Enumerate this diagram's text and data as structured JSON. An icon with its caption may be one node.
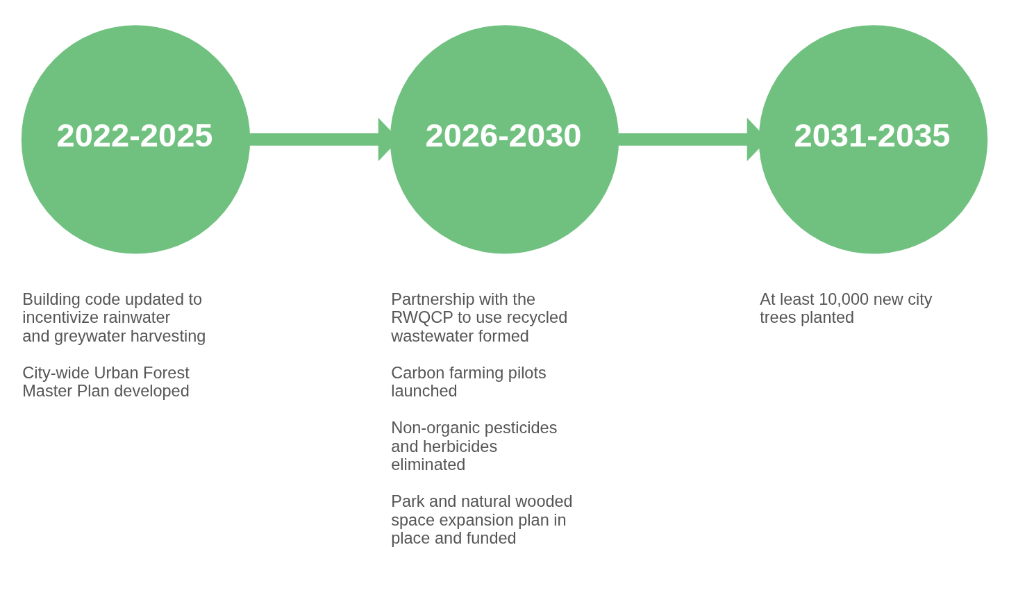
{
  "diagram": {
    "nodes": [
      {
        "text": [
          "2022-2025"
        ],
        "beside": [
          "Building code updated to incentivize rainwater and greywater harvesting",
          "City-wide Urban Forest Master Plan developed"
        ]
      },
      {
        "text": [
          "2026-2030"
        ],
        "beside": [
          "Partnership with the RWQCP to use recycled wastewater formed",
          "Carbon farming pilots launched",
          "Non-organic pesticides and herbicides eliminated",
          "Park and natural wooded space expansion plan in place and funded"
        ]
      },
      {
        "text": [
          "2031-2035"
        ],
        "beside": [
          "At least 10,000 new city trees planted"
        ]
      }
    ],
    "edges": [
      {
        "from": 0,
        "to": 1,
        "arrow": "to"
      },
      {
        "from": 1,
        "to": 2,
        "arrow": "to"
      }
    ]
  }
}
